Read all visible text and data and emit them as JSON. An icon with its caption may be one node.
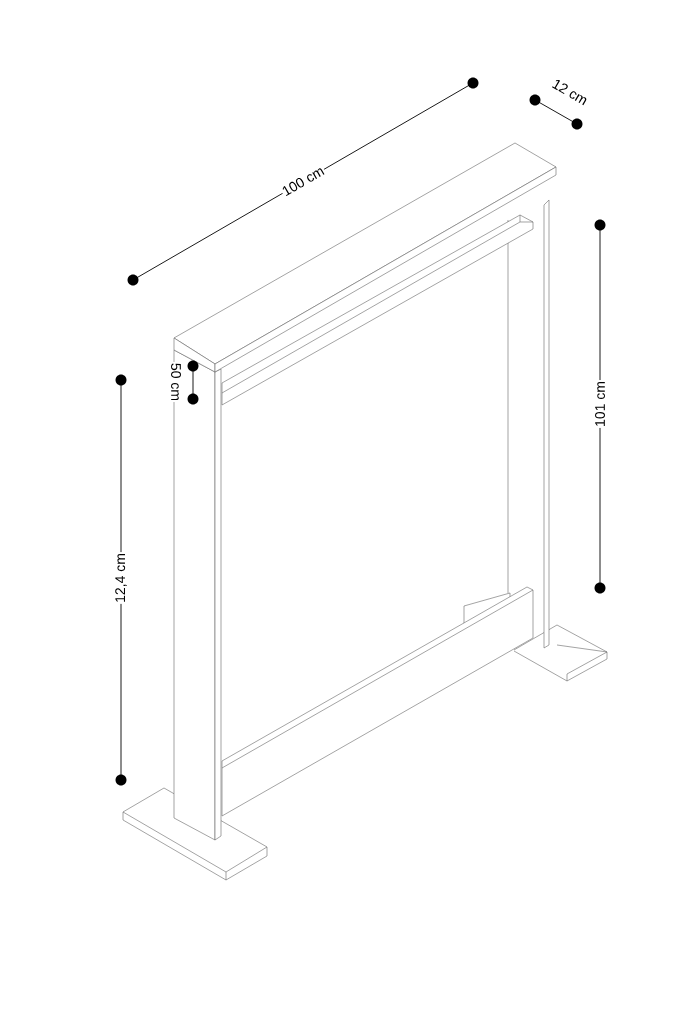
{
  "diagram": {
    "labels": [
      "100 cm",
      "12 cm",
      "50 cm",
      "101 cm",
      "12,4 cm"
    ]
  }
}
